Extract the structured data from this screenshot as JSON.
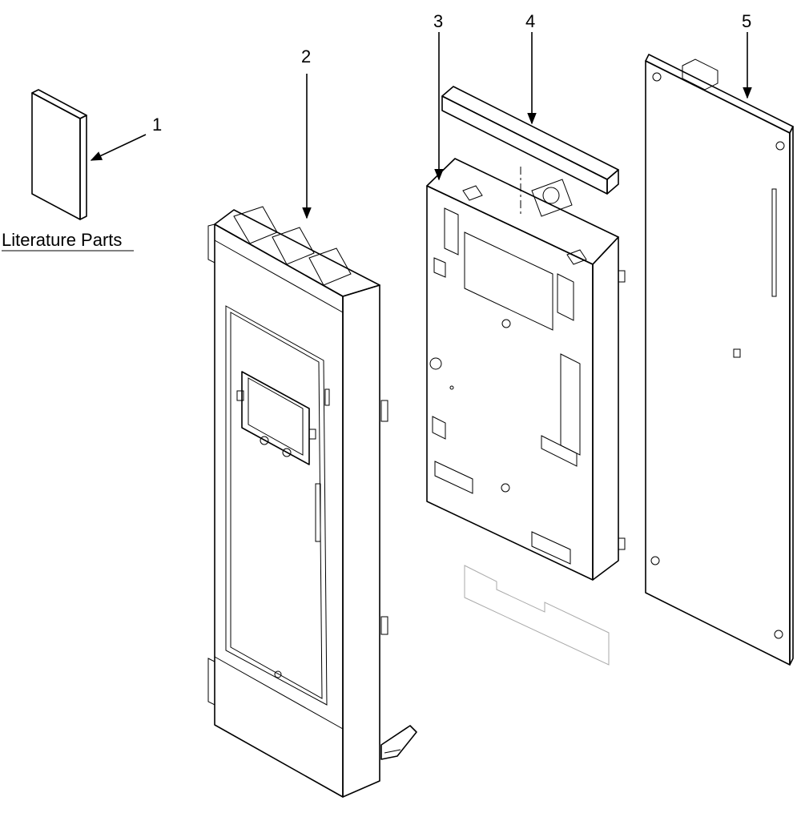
{
  "diagram": {
    "caption": "Literature Parts",
    "callouts": [
      {
        "id": "1",
        "label": "1"
      },
      {
        "id": "2",
        "label": "2"
      },
      {
        "id": "3",
        "label": "3"
      },
      {
        "id": "4",
        "label": "4"
      },
      {
        "id": "5",
        "label": "5"
      }
    ]
  },
  "colors": {
    "line": "#000000",
    "background": "#ffffff",
    "hidden": "#aaaaaa"
  }
}
